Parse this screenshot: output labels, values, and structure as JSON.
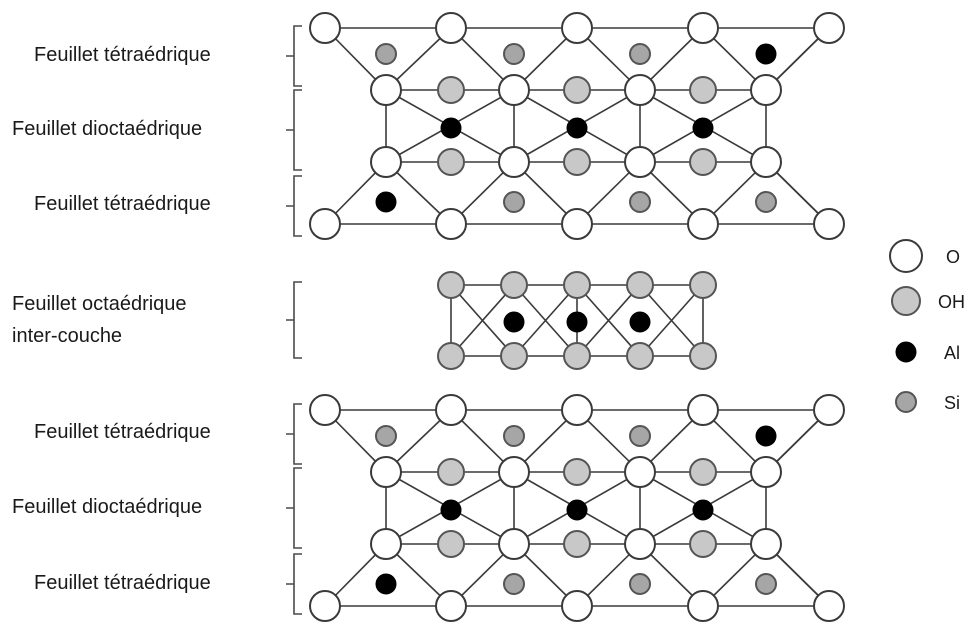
{
  "labels": {
    "top": {
      "tetra_upper": "Feuillet tétraédrique",
      "dioctahedral": "Feuillet dioctaédrique",
      "tetra_lower": "Feuillet tétraédrique"
    },
    "interlayer": [
      "Feuillet octaédrique",
      "inter-couche"
    ],
    "bottom": {
      "tetra_upper": "Feuillet tétraédrique",
      "dioctahedral": "Feuillet dioctaédrique",
      "tetra_lower": "Feuillet tétraédrique"
    }
  },
  "legend": [
    {
      "kind": "o",
      "label": "O"
    },
    {
      "kind": "oh",
      "label": "OH"
    },
    {
      "kind": "al",
      "label": "Al"
    },
    {
      "kind": "si",
      "label": "Si"
    }
  ],
  "colors": {
    "o_fill": "#ffffff",
    "oh_fill": "#c8c8c8",
    "al_fill": "#000000",
    "si_fill": "#a6a6a6",
    "bond": "#3a3a3a"
  },
  "structure": {
    "tos_layer": {
      "outer_oxygens": 5,
      "apical_atoms": [
        "o",
        "oh",
        "o",
        "oh",
        "o",
        "oh",
        "o"
      ],
      "upper_tetra_cations": [
        "si",
        "si",
        "si",
        "al"
      ],
      "octahedral_cations": [
        "al",
        "al",
        "al"
      ],
      "lower_tetra_cations": [
        "al",
        "si",
        "si",
        "si"
      ]
    },
    "interlayer": {
      "top_row": [
        "oh",
        "oh",
        "oh",
        "oh",
        "oh"
      ],
      "cations": [
        "al",
        "al",
        "al"
      ],
      "bottom_row": [
        "oh",
        "oh",
        "oh",
        "oh",
        "oh"
      ]
    }
  }
}
